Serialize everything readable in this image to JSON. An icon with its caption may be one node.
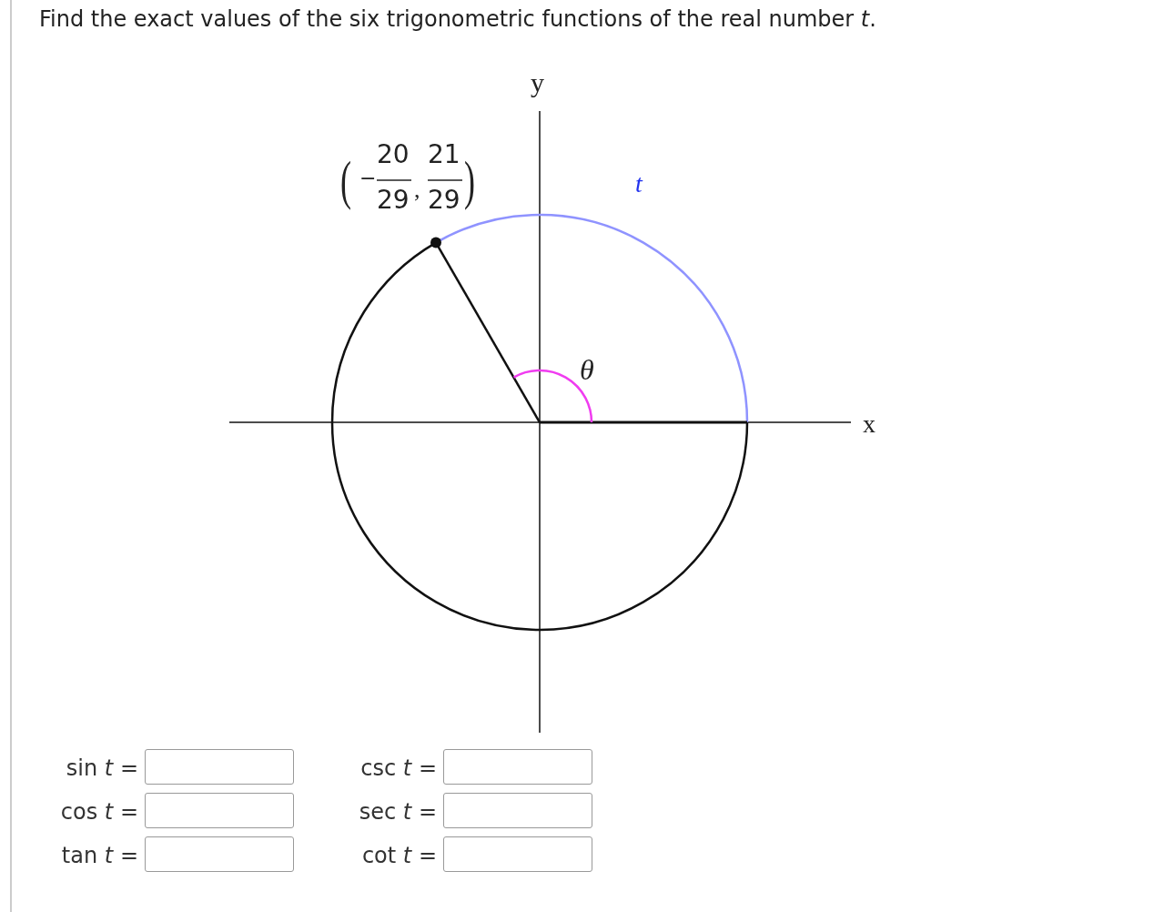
{
  "diagram": {
    "title": "Find the exact values of the six trigonometric functions of the real number *t*.",
    "labels": [
      "y",
      "(",
      "−",
      "20",
      "29",
      ",",
      "21",
      "29",
      ")",
      "t",
      "θ",
      "x",
      "sin *t* =",
      "csc *t* =",
      "cos *t* =",
      "sec *t* =",
      "tan *t* =",
      "cot *t* ="
    ]
  }
}
